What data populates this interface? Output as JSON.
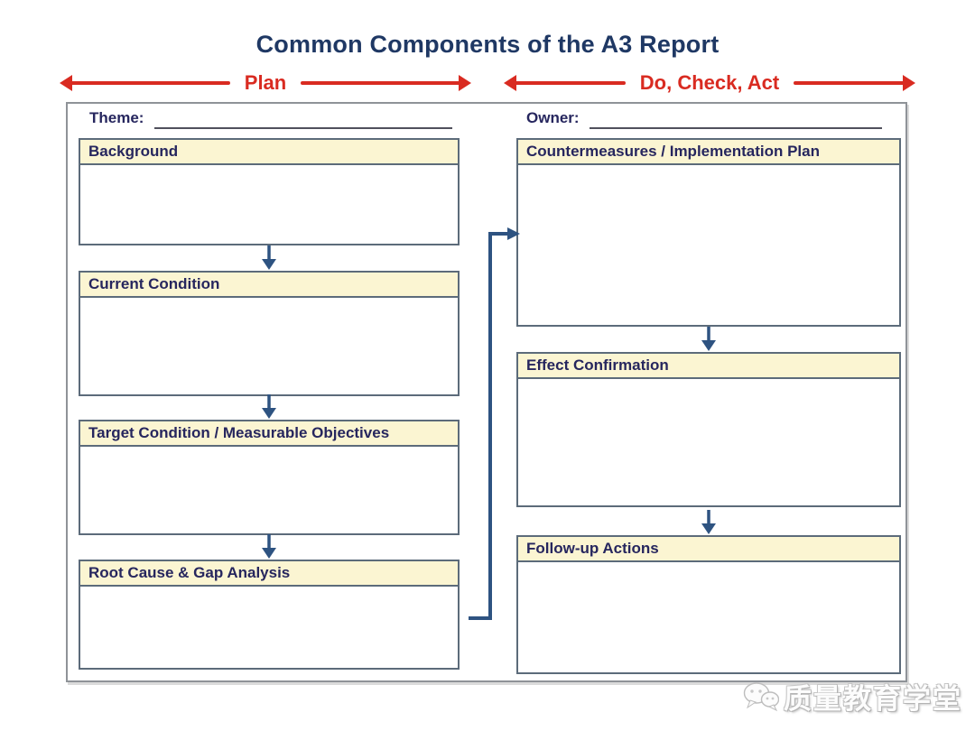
{
  "title": "Common Components of the A3 Report",
  "phase_labels": {
    "plan": "Plan",
    "do_check_act": "Do, Check, Act"
  },
  "form_fields": {
    "theme": {
      "label": "Theme:",
      "value": ""
    },
    "owner": {
      "label": "Owner:",
      "value": ""
    }
  },
  "plan_boxes": [
    {
      "label": "Background"
    },
    {
      "label": "Current Condition"
    },
    {
      "label": "Target Condition / Measurable Objectives"
    },
    {
      "label": "Root Cause & Gap Analysis"
    }
  ],
  "do_check_act_boxes": [
    {
      "label": "Countermeasures / Implementation Plan"
    },
    {
      "label": "Effect Confirmation"
    },
    {
      "label": "Follow-up Actions"
    }
  ],
  "watermark": {
    "text": "质量教育学堂",
    "icon": "wechat-chat-bubbles-icon"
  },
  "colors": {
    "title_text": "#1f3864",
    "phase_red": "#d92b21",
    "header_fill": "#fbf5d2",
    "header_text": "#26265e",
    "box_border": "#5c6b7a",
    "flow_arrow": "#2e5381",
    "outer_border": "#8f9398"
  }
}
